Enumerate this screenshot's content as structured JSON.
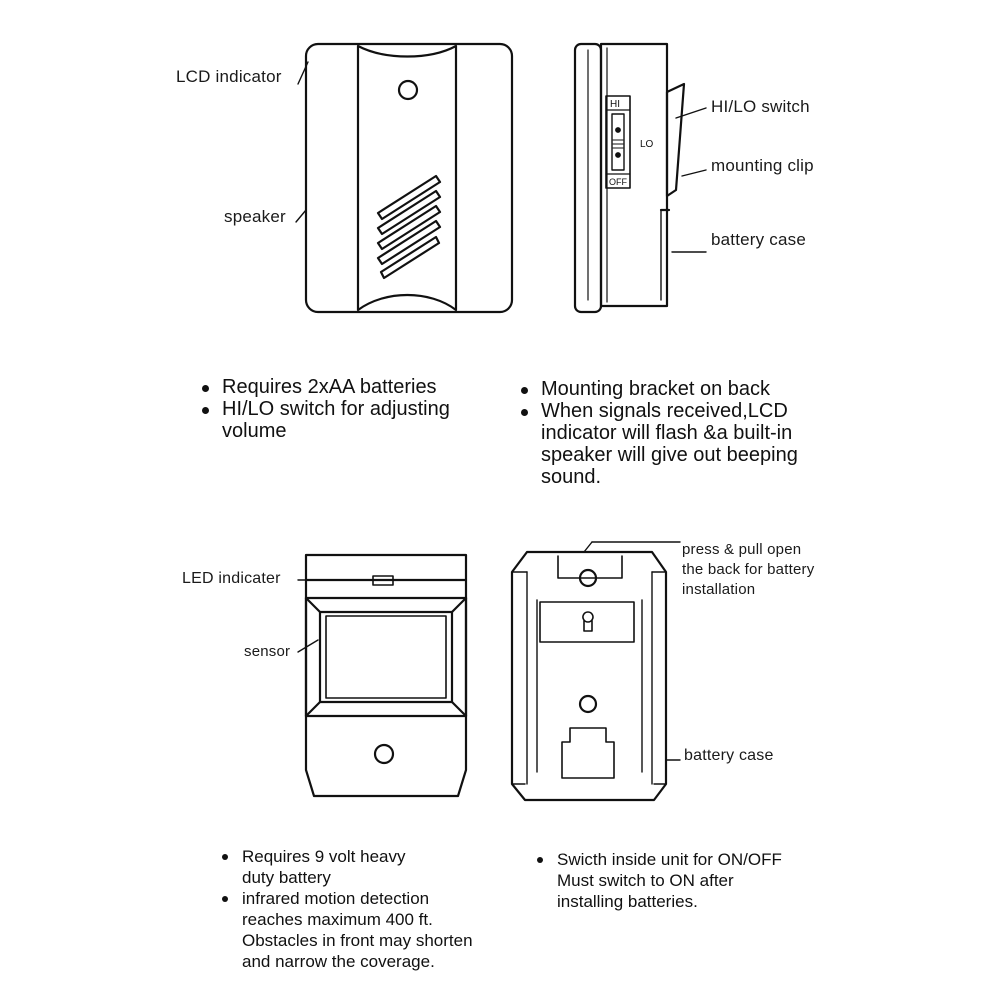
{
  "receiver": {
    "front_labels": {
      "lcd_indicator": "LCD indicator",
      "speaker": "speaker"
    },
    "side_labels": {
      "hi_lo_switch": "HI/LO switch",
      "mounting_clip": "mounting clip",
      "battery_case": "battery case"
    },
    "switch_markings": {
      "hi": "HI",
      "lo": "LO",
      "off": "OFF"
    },
    "bullets_left": [
      "Requires 2xAA batteries",
      "HI/LO switch for adjusting\nvolume"
    ],
    "bullets_right": [
      "Mounting bracket on back",
      "When signals received,LCD\nindicator will flash &a built-in\nspeaker will give out beeping\nsound."
    ]
  },
  "sensor": {
    "front_labels": {
      "led_indicator": "LED indicater",
      "sensor": "sensor"
    },
    "back_labels": {
      "press_pull": "press & pull open\nthe back for battery\ninstallation",
      "battery_case": "battery case"
    },
    "bullets_left": [
      "Requires 9 volt heavy\nduty battery",
      "infrared motion detection\nreaches maximum 400 ft.\nObstacles in front may shorten\nand narrow the coverage."
    ],
    "bullets_right": [
      "Swicth inside unit for ON/OFF\nMust switch to ON after\ninstalling batteries."
    ]
  }
}
